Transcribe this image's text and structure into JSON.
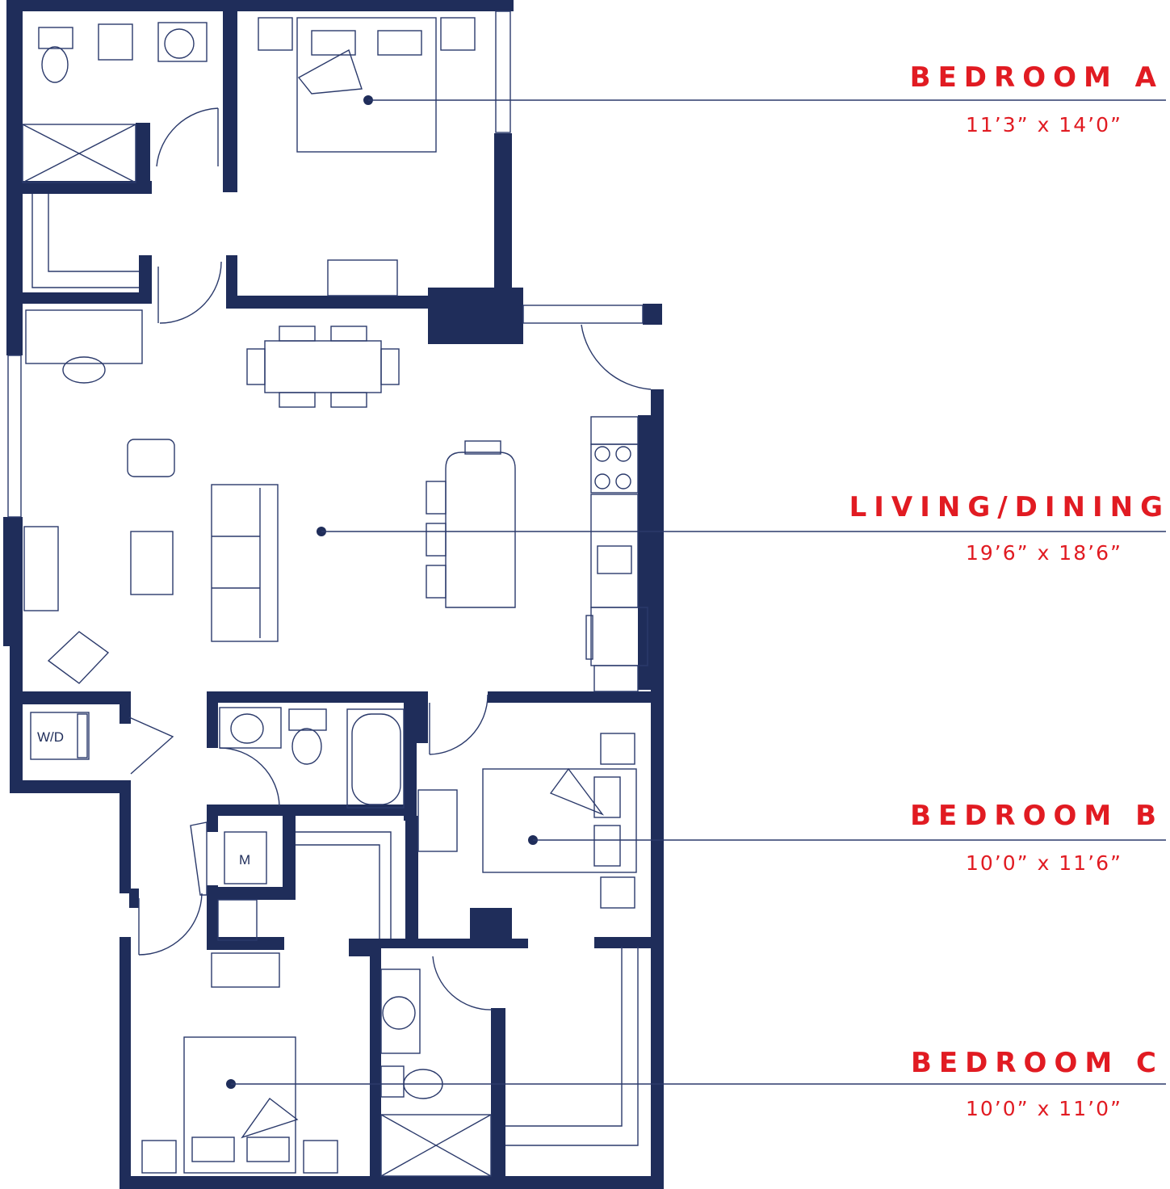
{
  "colors": {
    "wall": "#1f2d5a",
    "line": "#2b3a6b",
    "label": "#e11b22"
  },
  "rooms": [
    {
      "id": "bedroom-a",
      "name": "BEDROOM A",
      "dims": "11’3” x 14’0”"
    },
    {
      "id": "living-dining",
      "name": "LIVING/DINING",
      "dims": "19’6” x 18’6”"
    },
    {
      "id": "bedroom-b",
      "name": "BEDROOM B",
      "dims": "10’0” x 11’6”"
    },
    {
      "id": "bedroom-c",
      "name": "BEDROOM C",
      "dims": "10’0” x 11’0”"
    }
  ],
  "fixtures": {
    "washer_dryer": "W/D",
    "mechanical": "M"
  }
}
